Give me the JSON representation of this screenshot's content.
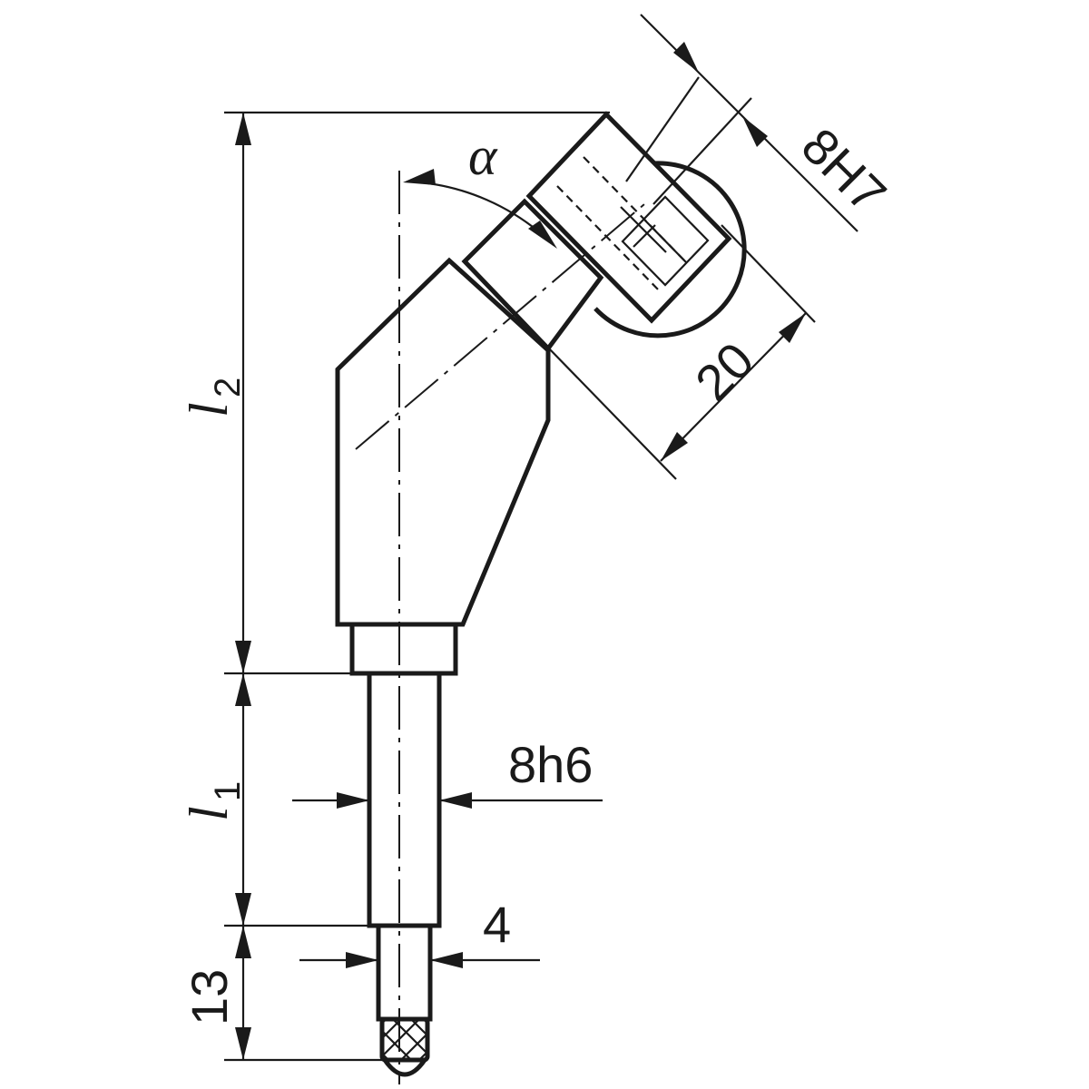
{
  "dimensions": {
    "alpha": "α",
    "l2_symbol": "l",
    "l2_sub": "2",
    "l1_symbol": "l",
    "l1_sub": "1",
    "bore": "8H7",
    "head_diameter": "20",
    "shank": "8h6",
    "tip": "4",
    "tip_length": "13"
  },
  "colors": {
    "line": "#1a1a1a",
    "background": "#ffffff"
  }
}
